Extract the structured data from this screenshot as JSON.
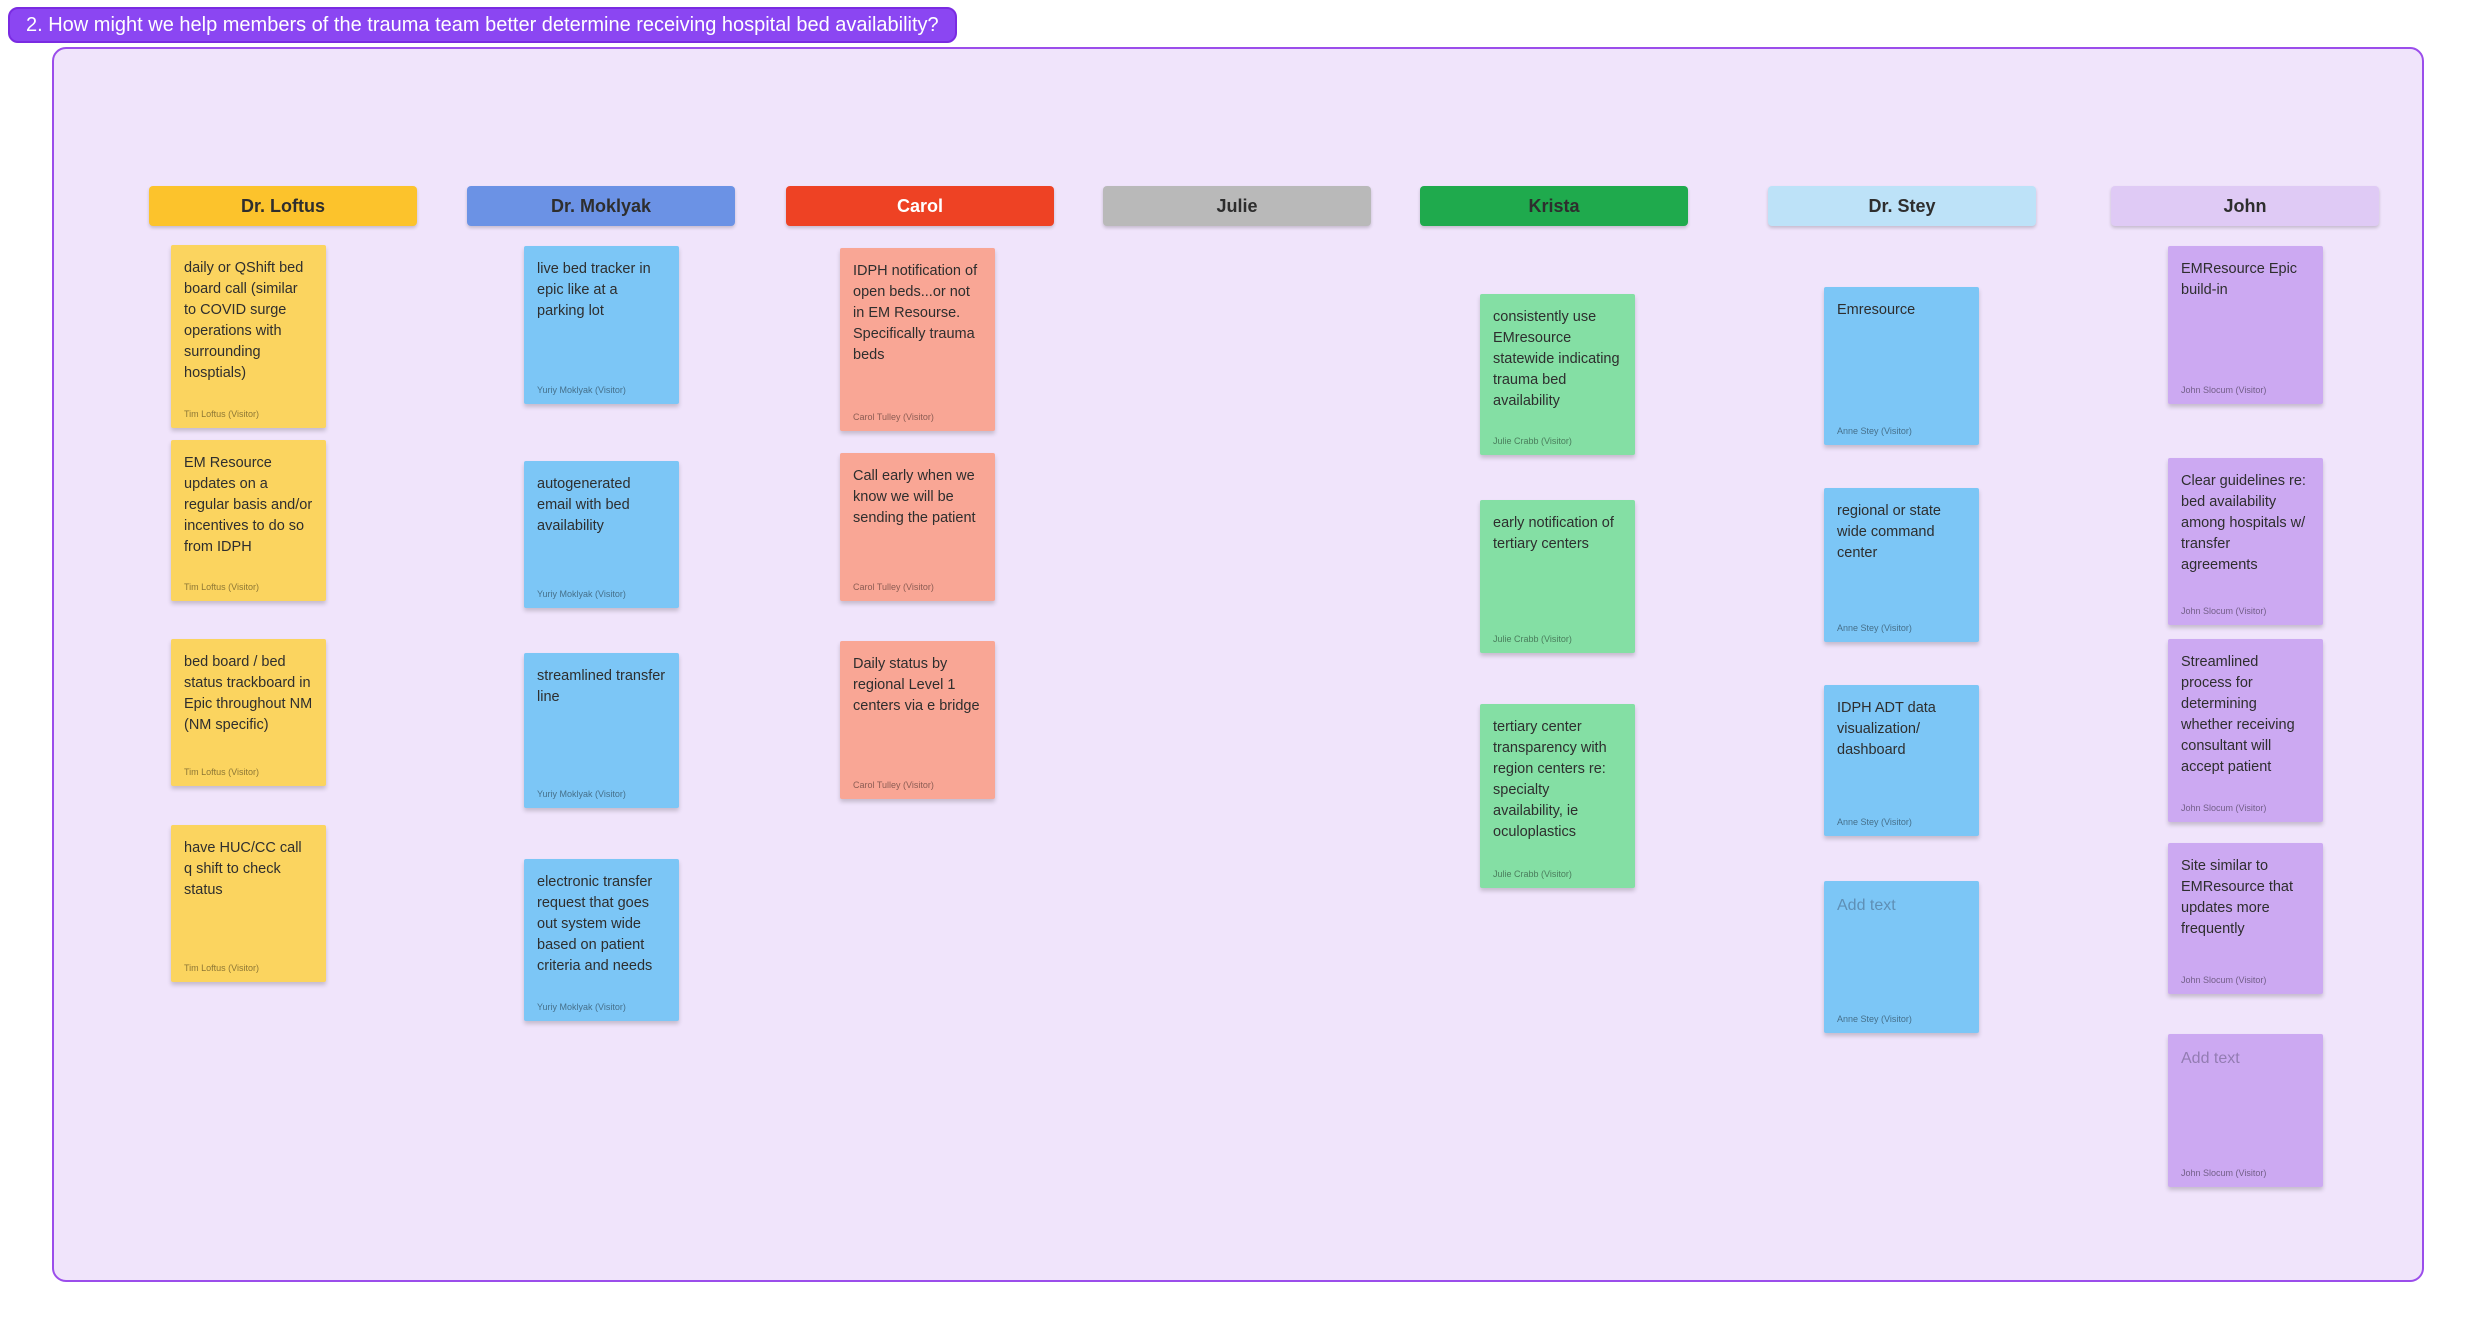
{
  "question": "2. How might we help members of the trauma team better determine receiving hospital bed availability?",
  "colors": {
    "question_bg": "#8B46F2",
    "question_border": "#7A2BE2",
    "board_bg": "#F0E4FB",
    "board_border": "#9B4DEB",
    "loftus_header": "#FCC32C",
    "loftus_note": "#FBD45F",
    "moklyak_header": "#6B92E5",
    "blue_note": "#7CC6F6",
    "carol_header": "#EE4224",
    "carol_note": "#F9A695",
    "julie_header": "#B9B9B9",
    "krista_header": "#1FAA4D",
    "krista_note": "#84DFA4",
    "stey_header": "#BDE2F8",
    "john_header": "#DFCAF5",
    "john_note": "#CCA9F2"
  },
  "columns": [
    {
      "name": "Dr. Loftus",
      "notes": [
        {
          "text": "daily or QShift bed board call (similar to COVID surge operations with surrounding hosptials)",
          "author": "Tim Loftus (Visitor)"
        },
        {
          "text": "EM Resource updates on a regular basis and/or incentives to do so from IDPH",
          "author": "Tim Loftus (Visitor)"
        },
        {
          "text": "bed board / bed status trackboard in Epic throughout NM (NM specific)",
          "author": "Tim Loftus (Visitor)"
        },
        {
          "text": "have HUC/CC call q shift to check status",
          "author": "Tim Loftus (Visitor)"
        }
      ]
    },
    {
      "name": "Dr. Moklyak",
      "notes": [
        {
          "text": "live bed tracker in epic like at a parking lot",
          "author": "Yuriy Moklyak (Visitor)"
        },
        {
          "text": "autogenerated email with bed availability",
          "author": "Yuriy Moklyak (Visitor)"
        },
        {
          "text": "streamlined transfer line",
          "author": "Yuriy Moklyak (Visitor)"
        },
        {
          "text": "electronic transfer request that goes out system wide based on patient criteria and needs",
          "author": "Yuriy Moklyak (Visitor)"
        }
      ]
    },
    {
      "name": "Carol",
      "notes": [
        {
          "text": "IDPH notification of open beds...or not in EM Resourse. Specifically trauma beds",
          "author": "Carol Tulley (Visitor)"
        },
        {
          "text": "Call early when we know we will be sending the patient",
          "author": "Carol Tulley (Visitor)"
        },
        {
          "text": "Daily status by regional Level 1 centers via e bridge",
          "author": "Carol Tulley (Visitor)"
        }
      ]
    },
    {
      "name": "Julie",
      "notes": []
    },
    {
      "name": "Krista",
      "notes": [
        {
          "text": "consistently use EMresource statewide indicating trauma bed availability",
          "author": "Julie Crabb (Visitor)"
        },
        {
          "text": "early notification of tertiary centers",
          "author": "Julie Crabb (Visitor)"
        },
        {
          "text": "tertiary center transparency with region centers re: specialty availability, ie oculoplastics",
          "author": "Julie Crabb (Visitor)"
        }
      ]
    },
    {
      "name": "Dr. Stey",
      "notes": [
        {
          "text": "Emresource",
          "author": "Anne Stey (Visitor)"
        },
        {
          "text": "regional or state wide command center",
          "author": "Anne Stey (Visitor)"
        },
        {
          "text": "IDPH ADT data visualization/ dashboard",
          "author": "Anne Stey (Visitor)"
        },
        {
          "placeholder": "Add text",
          "author": "Anne Stey (Visitor)"
        }
      ]
    },
    {
      "name": "John",
      "notes": [
        {
          "text": "EMResource Epic build-in",
          "author": "John Slocum (Visitor)"
        },
        {
          "text": "Clear guidelines re: bed availability among hospitals w/ transfer agreements",
          "author": "John Slocum (Visitor)"
        },
        {
          "text": "Streamlined process for determining whether receiving consultant will accept patient",
          "author": "John Slocum (Visitor)"
        },
        {
          "text": "Site similar to EMResource that updates more frequently",
          "author": "John Slocum (Visitor)"
        },
        {
          "placeholder": "Add text",
          "author": "John Slocum (Visitor)"
        }
      ]
    }
  ]
}
